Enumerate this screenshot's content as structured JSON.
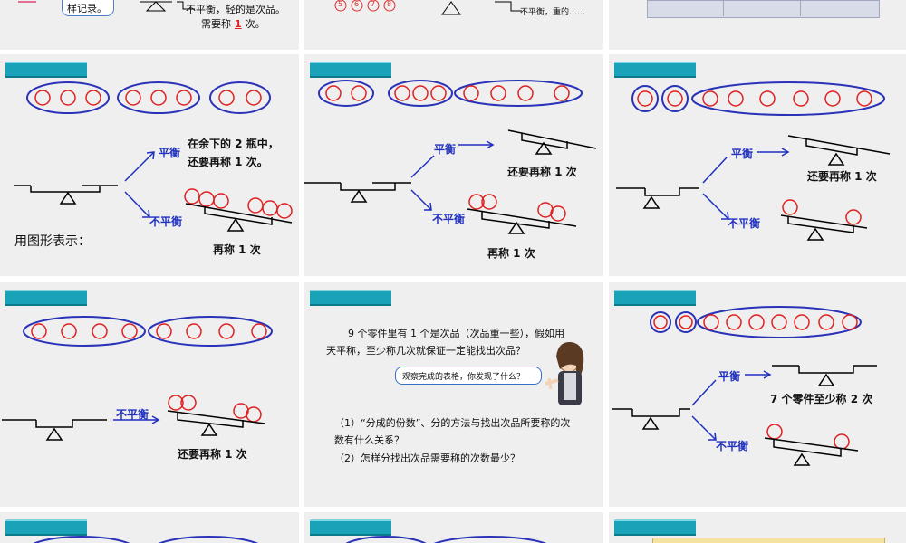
{
  "slide1": {
    "bubble": "样记录。",
    "line1": "不平衡，轻的是次品。",
    "line2_prefix": "需要称",
    "line2_value": "1",
    "line2_suffix": "次。"
  },
  "slide2": {
    "circle_numbers": [
      "5",
      "6",
      "7",
      "8"
    ],
    "text": "不平衡，重的……"
  },
  "slide4": {
    "balanced_label": "平衡",
    "balanced_text_1": "在余下的 2 瓶中，",
    "balanced_text_2": "还要再称 1 次。",
    "unbalanced_label": "不平衡",
    "unbalanced_text": "再称 1 次",
    "graph_label": "用图形表示："
  },
  "slide5": {
    "balanced_label": "平衡",
    "balanced_text": "还要再称 1 次",
    "unbalanced_label": "不平衡",
    "unbalanced_text": "再称 1 次"
  },
  "slide6": {
    "balanced_label": "平衡",
    "balanced_text": "还要再称 1 次",
    "unbalanced_label": "不平衡"
  },
  "slide7": {
    "unbalanced_label": "不平衡",
    "text": "还要再称 1 次"
  },
  "slide8": {
    "problem_1": "9 个零件里有 1 个是次品（次品重一些），假如用",
    "problem_2": "天平称，至少称几次就保证一定能找出次品？",
    "bubble": "观察完成的表格，你发现了什么？",
    "q1_a": "（1）“分成的份数”、分的方法与找出次品所要称的次",
    "q1_b": "数有什么关系？",
    "q2": "（2）怎样分找出次品需要称的次数最少？"
  },
  "slide9": {
    "balanced_label": "平衡",
    "balanced_text": "7 个零件至少称 2 次",
    "unbalanced_label": "不平衡"
  }
}
